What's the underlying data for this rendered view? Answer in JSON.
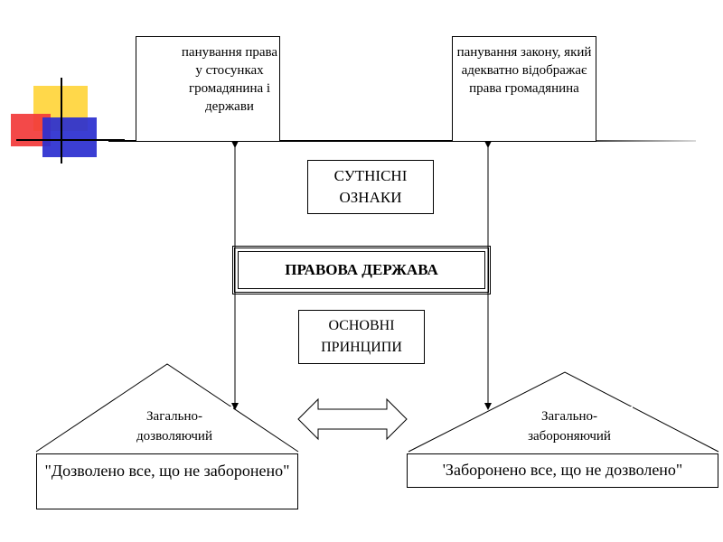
{
  "diagram": {
    "top_left_box": "панування права у стосунках громадянина і держави",
    "top_right_box": "панування закону, який адекватно відображає права громадянина",
    "essence_label": "СУТНІСНІ ОЗНАКИ",
    "central_box": "ПРАВОВА ДЕРЖАВА",
    "principles_label": "ОСНОВНІ ПРИНЦИПИ",
    "left_principle": "Загально-дозволяючий",
    "right_principle": "Загально-забороняючий",
    "left_rule": "\"Дозволено все, що не заборонено\"",
    "right_rule": "'Заборонено все, що не дозволено\""
  },
  "colors": {
    "logo_yellow": "#ffd84a",
    "logo_red": "#f23a3a",
    "logo_blue": "#2c2fd0",
    "line": "#000000"
  }
}
